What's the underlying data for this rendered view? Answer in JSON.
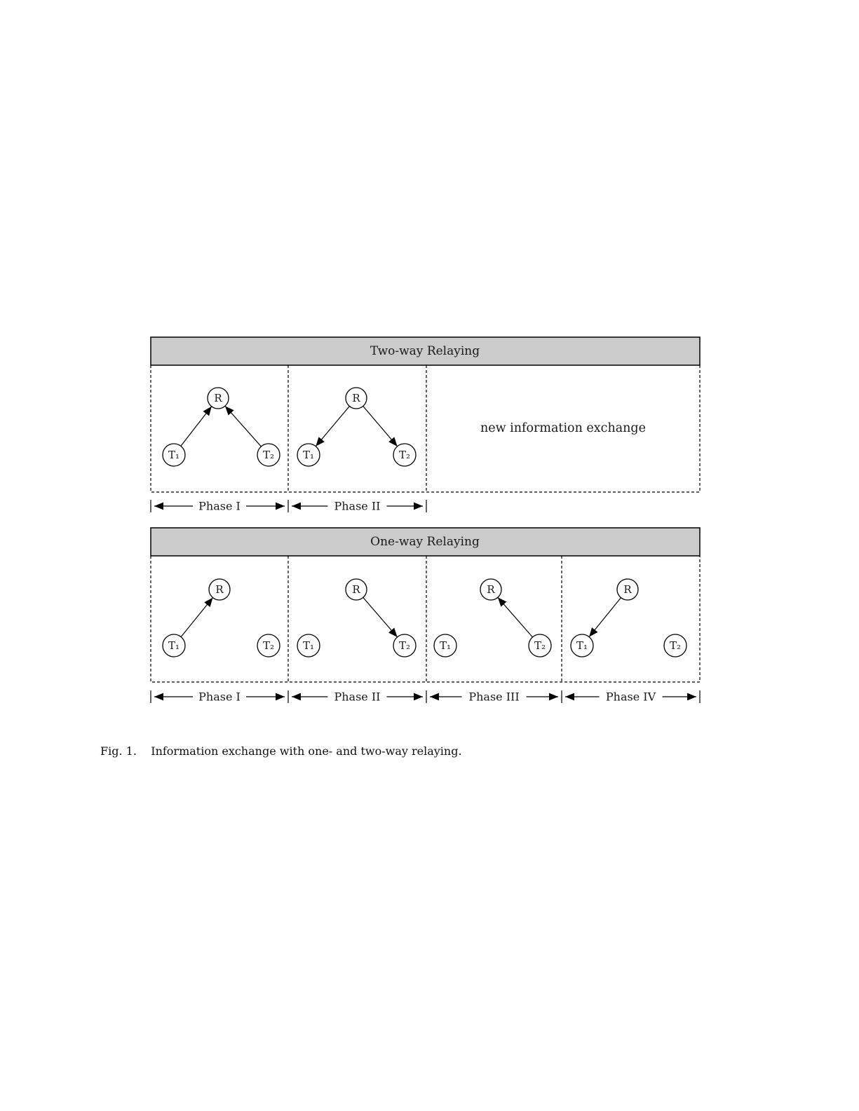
{
  "two_way": {
    "title": "Two-way Relaying",
    "note": "new information exchange",
    "phases": [
      {
        "label": "Phase I",
        "arrows": [
          {
            "from": "T₁",
            "to": "R"
          },
          {
            "from": "T₂",
            "to": "R"
          }
        ]
      },
      {
        "label": "Phase II",
        "arrows": [
          {
            "from": "R",
            "to": "T₁"
          },
          {
            "from": "R",
            "to": "T₂"
          }
        ]
      }
    ]
  },
  "one_way": {
    "title": "One-way Relaying",
    "phases": [
      {
        "label": "Phase I",
        "arrows": [
          {
            "from": "T₁",
            "to": "R"
          }
        ]
      },
      {
        "label": "Phase II",
        "arrows": [
          {
            "from": "R",
            "to": "T₂"
          }
        ]
      },
      {
        "label": "Phase III",
        "arrows": [
          {
            "from": "T₂",
            "to": "R"
          }
        ]
      },
      {
        "label": "Phase IV",
        "arrows": [
          {
            "from": "R",
            "to": "T₁"
          }
        ]
      }
    ]
  },
  "nodes": {
    "relay": "R",
    "terminal1": "T₁",
    "terminal2": "T₂"
  },
  "caption": "Fig. 1.    Information exchange with one- and two-way relaying.",
  "colors": {
    "header_fill": "#cbcbcb",
    "line": "#000000",
    "background": "#ffffff"
  }
}
